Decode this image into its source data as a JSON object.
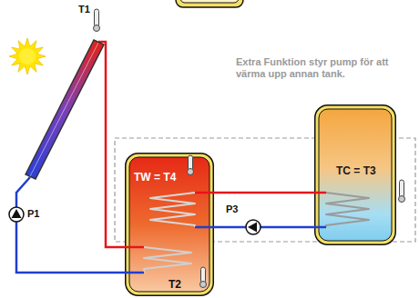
{
  "diagram": {
    "nodes": [
      {
        "text": [
          "TW = T4",
          "T2"
        ]
      },
      {
        "text": [
          "TC = T3"
        ]
      }
    ],
    "edges": [
      {
        "from": 0,
        "to": 1,
        "arrow": "none"
      },
      {
        "from": 1,
        "to": 0,
        "arrow": "none"
      }
    ],
    "labels": [
      "T1",
      "P1",
      "P3",
      "Extra Funktion styr pump för att värma upp annan tank."
    ]
  }
}
